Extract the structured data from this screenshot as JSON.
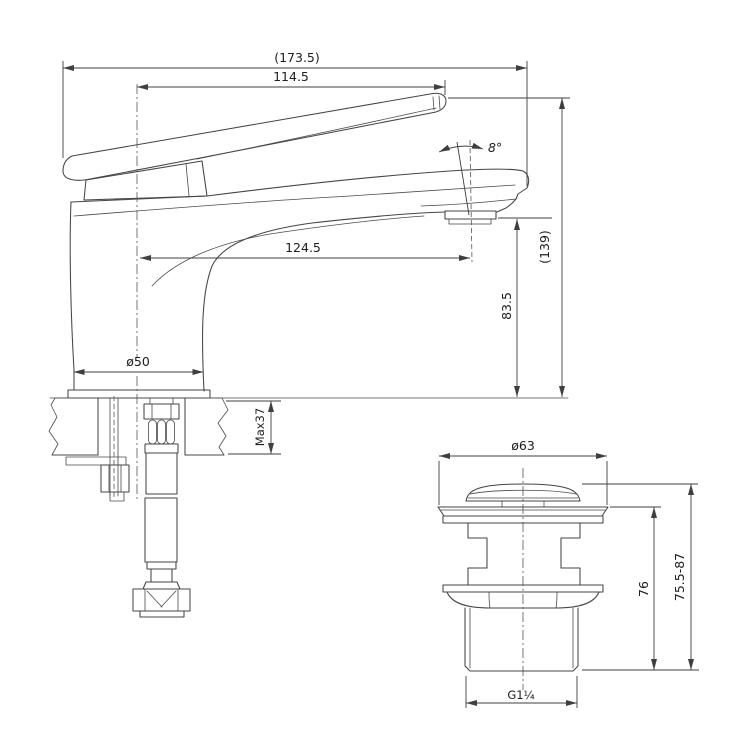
{
  "drawing": {
    "type": "technical-dimension-drawing",
    "subject": "basin faucet with pop-up waste drain",
    "background_color": "#ffffff",
    "line_color": "#454545",
    "text_color": "#1d1d1d"
  },
  "dim": {
    "overall_length": "(173.5)",
    "handle_length": "114.5",
    "spout_angle": "8°",
    "overall_height": "(139)",
    "spout_reach": "124.5",
    "spout_outlet_height": "83.5",
    "base_diameter": "ø50",
    "max_deck_thickness": "Max37",
    "drain_cap_diameter": "ø63",
    "drain_body_height": "76",
    "drain_height_range": "75.5-87",
    "drain_thread": "G1¼"
  }
}
